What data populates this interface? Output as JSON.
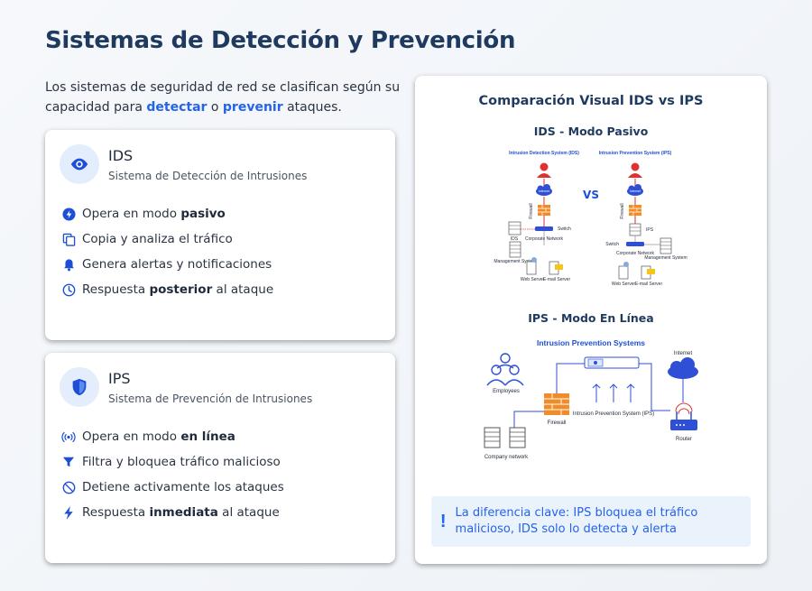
{
  "page": {
    "title": "Sistemas de Detección y Prevención",
    "intro": {
      "part1": "Los sistemas de seguridad de red se clasifican según su capacidad para ",
      "highlight1": "detectar",
      "part2": " o ",
      "highlight2": "prevenir",
      "part3": " ataques."
    }
  },
  "ids_card": {
    "title": "IDS",
    "subtitle": "Sistema de Detección de Intrusiones",
    "icon": "eye-icon",
    "features": [
      {
        "icon": "bolt-icon",
        "pre": "Opera en modo ",
        "bold": "pasivo",
        "post": ""
      },
      {
        "icon": "copy-icon",
        "pre": "Copia y analiza el tráfico",
        "bold": "",
        "post": ""
      },
      {
        "icon": "bell-icon",
        "pre": "Genera alertas y notificaciones",
        "bold": "",
        "post": ""
      },
      {
        "icon": "clock-icon",
        "pre": "Respuesta ",
        "bold": "posterior",
        "post": " al ataque"
      }
    ]
  },
  "ips_card": {
    "title": "IPS",
    "subtitle": "Sistema de Prevención de Intrusiones",
    "icon": "shield-icon",
    "features": [
      {
        "icon": "broadcast-icon",
        "pre": "Opera en modo ",
        "bold": "en línea",
        "post": ""
      },
      {
        "icon": "filter-icon",
        "pre": "Filtra y bloquea tráfico malicioso",
        "bold": "",
        "post": ""
      },
      {
        "icon": "ban-icon",
        "pre": "Detiene activamente los ataques",
        "bold": "",
        "post": ""
      },
      {
        "icon": "lightning-icon",
        "pre": "Respuesta ",
        "bold": "inmediata",
        "post": " al ataque"
      }
    ]
  },
  "comparison": {
    "title": "Comparación Visual IDS vs IPS",
    "ids_section": "IDS - Modo Pasivo",
    "vs": "VS",
    "ids_diagram": {
      "title": "Intrusion Detection System (IDS)",
      "internet": "Internet",
      "firewall": "Firewall",
      "switch": "Switch",
      "ids": "IDS",
      "corporate": "Corporate Network",
      "mgmt": "Management System",
      "web": "Web Server",
      "email": "E-mail Server"
    },
    "ips_diagram": {
      "title": "Intrusion Prevention System (IPS)",
      "internet": "Internet",
      "firewall": "Firewall",
      "ips": "IPS",
      "switch": "Switch",
      "corporate": "Corporate Network",
      "mgmt": "Management System",
      "web": "Web Server",
      "email": "E-mail Server"
    },
    "ips_section": "IPS - Modo En Línea",
    "inline_diagram": {
      "title": "Intrusion Prevention Systems",
      "employees": "Employees",
      "firewall": "Firewall",
      "ips_label": "Intrusion Prevention System (IPS)",
      "internet": "Internet",
      "router": "Router",
      "company": "Company network"
    },
    "note": "La diferencia clave: IPS bloquea el tráfico malicioso, IDS solo lo detecta y alerta"
  },
  "colors": {
    "accent": "#2563eb",
    "heading": "#1e3a5f",
    "firewall": "#f28c28",
    "threat": "#e03131"
  }
}
